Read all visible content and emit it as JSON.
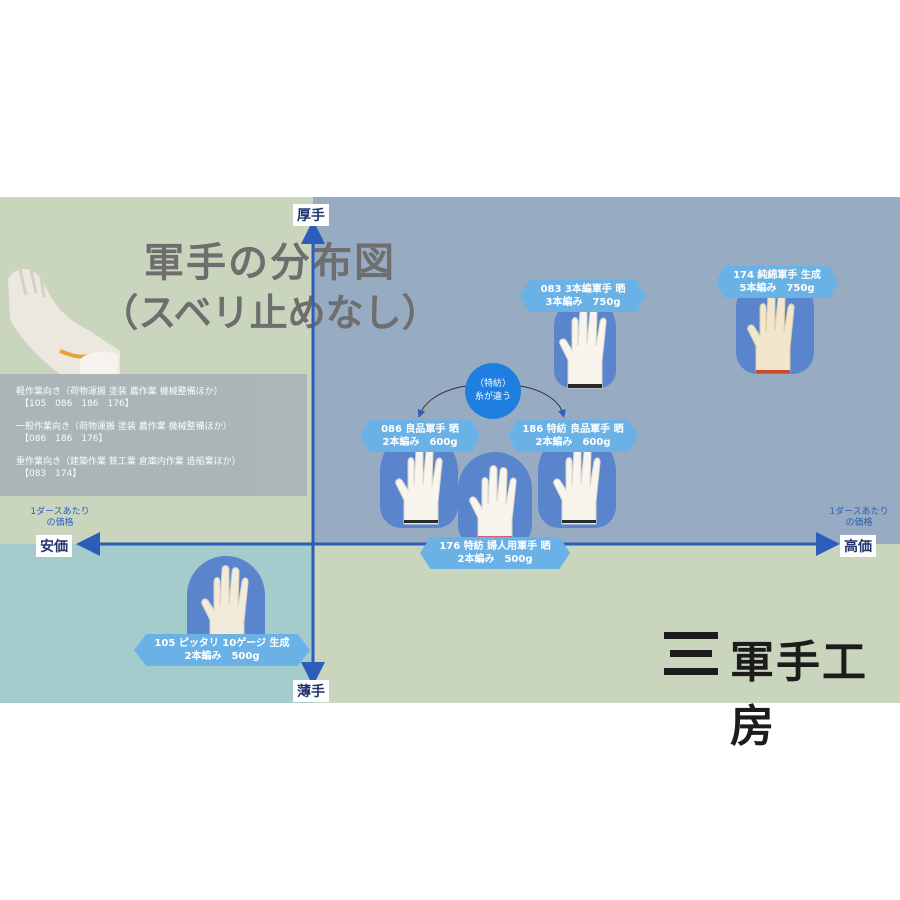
{
  "title": {
    "line1": "軍手の分布図",
    "line2": "（スベリ止めなし）"
  },
  "axes": {
    "top": "厚手",
    "bottom": "薄手",
    "left": "安価",
    "right": "高価",
    "left_caption_1": "1ダースあたり",
    "left_caption_2": "の価格",
    "right_caption_1": "1ダースあたり",
    "right_caption_2": "の価格"
  },
  "info": [
    {
      "text": "軽作業向き（荷物運搬 塗装 農作業 機械整備ほか）",
      "ref": "【105　086　186　176】"
    },
    {
      "text": "一般作業向き（荷物運搬 塗装 農作業 機械整備ほか）",
      "ref": "【086　186　176】"
    },
    {
      "text": "重作業向き（建築作業 鉄工業 倉庫内作業 造船業ほか）",
      "ref": "【083　174】"
    }
  ],
  "bubble": {
    "line1": "（特紡）",
    "line2": "糸が違う"
  },
  "products": {
    "p083": {
      "line1": "083 3本編軍手 晒",
      "line2": "3本編み　750g",
      "color": "#f7f5ee"
    },
    "p174": {
      "line1": "174 純綿軍手 生成",
      "line2": "5本編み　750g",
      "color": "#f2e7cc"
    },
    "p086": {
      "line1": "086 良品軍手 晒",
      "line2": "2本編み　600g",
      "color": "#f7f5ee"
    },
    "p186": {
      "line1": "186 特紡 良品軍手 晒",
      "line2": "2本編み　600g",
      "color": "#f7f5ee"
    },
    "p176": {
      "line1": "176 特紡 婦人用軍手 晒",
      "line2": "2本編み　500g",
      "color": "#f7f5ee"
    },
    "p105": {
      "line1": "105 ピッタリ 10ゲージ 生成",
      "line2": "2本編み　500g",
      "color": "#f2eadb"
    }
  },
  "logo": {
    "text": "軍手工房"
  },
  "colors": {
    "axis": "#2d5db8",
    "tag": "#6ab2e6",
    "glove_panel": "#5a85cc",
    "bubble": "#1e7fe0"
  }
}
